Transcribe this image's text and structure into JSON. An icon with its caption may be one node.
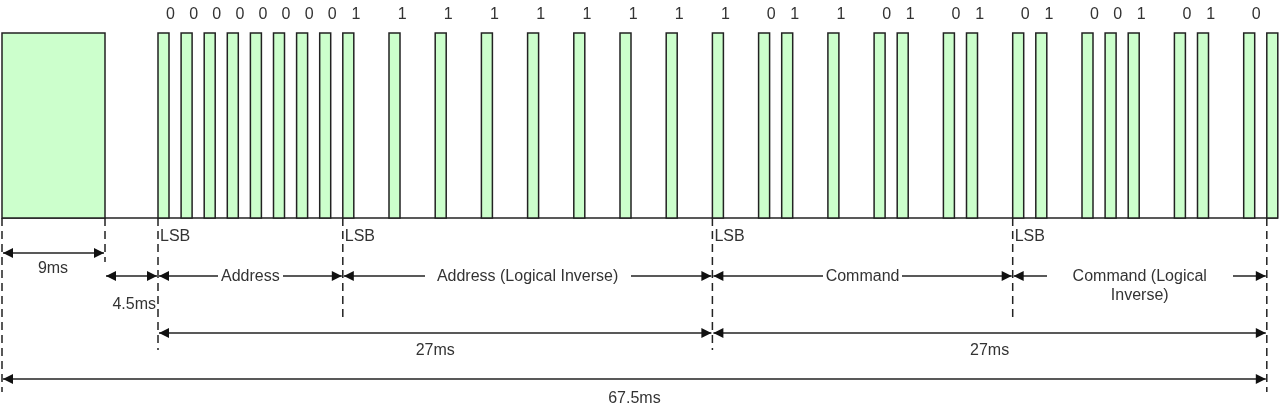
{
  "diagram": {
    "labels": [
      "0",
      "0",
      "0",
      "0",
      "0",
      "0",
      "0",
      "0",
      "1",
      "1",
      "1",
      "1",
      "1",
      "1",
      "1",
      "1",
      "1",
      "0",
      "1",
      "1",
      "0",
      "1",
      "0",
      "1",
      "0",
      "1",
      "0",
      "0",
      "1",
      "0",
      "1",
      "0",
      "LSB",
      "LSB",
      "LSB",
      "LSB",
      "9ms",
      "4.5ms",
      "Address",
      "Address (Logical Inverse)",
      "Command",
      "Command (Logical Inverse)",
      "27ms",
      "27ms",
      "67.5ms"
    ]
  }
}
